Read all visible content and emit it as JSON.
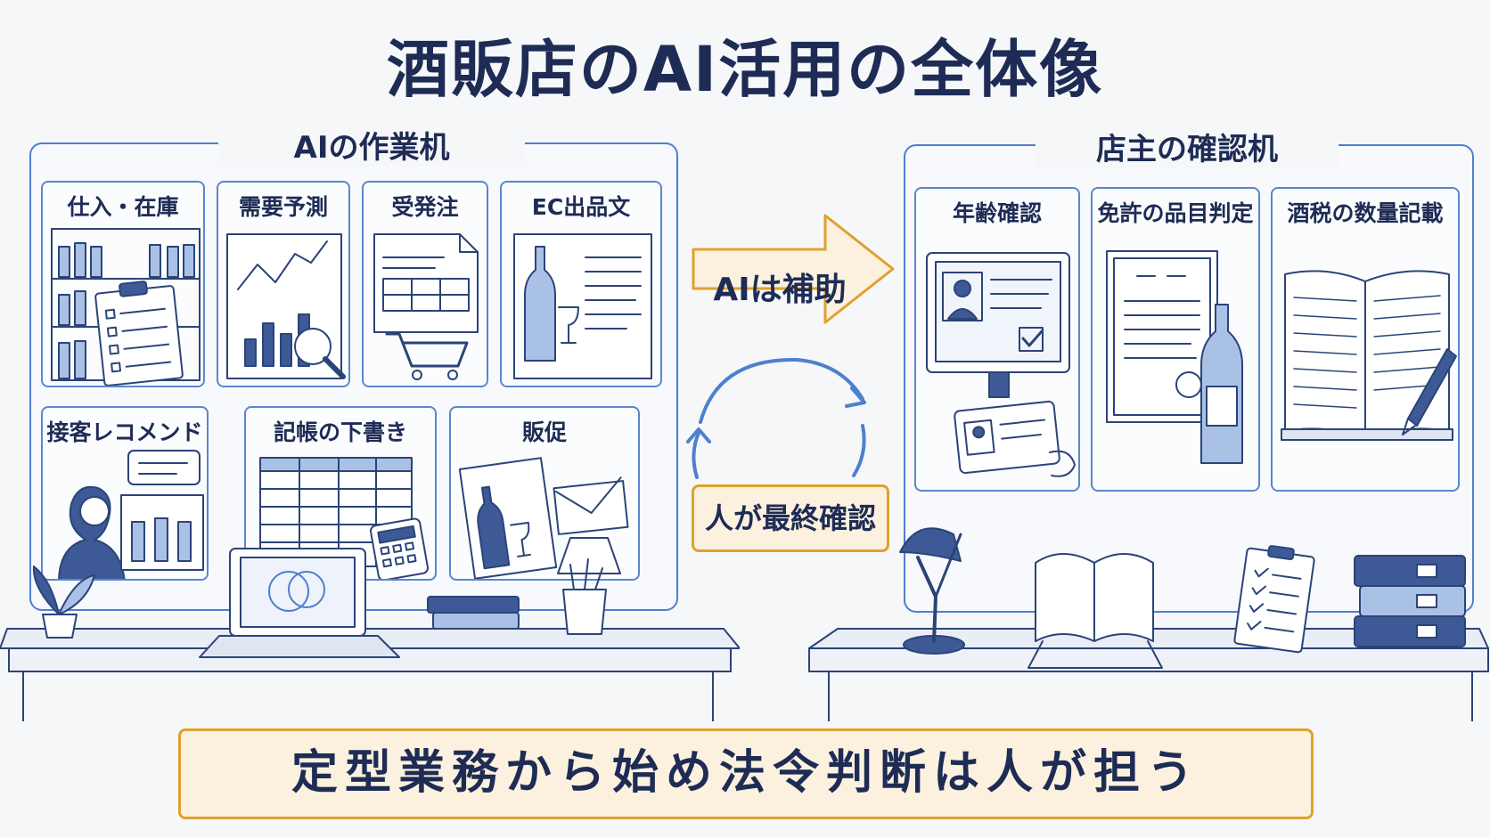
{
  "title": "酒販店のAI活用の全体像",
  "ai_desk": {
    "label": "AIの作業机",
    "cards": [
      {
        "label": "仕入・在庫"
      },
      {
        "label": "需要予測"
      },
      {
        "label": "受発注"
      },
      {
        "label": "EC出品文"
      },
      {
        "label": "接客レコメンド"
      },
      {
        "label": "記帳の下書き"
      },
      {
        "label": "販促"
      }
    ]
  },
  "owner_desk": {
    "label": "店主の確認机",
    "cards": [
      {
        "label": "年齢確認"
      },
      {
        "label": "免許の品目判定"
      },
      {
        "label": "酒税の数量記載"
      }
    ]
  },
  "arrow_label": "AIは補助",
  "loop_label": "人が最終確認",
  "bottom_banner": "定型業務から始め法令判断は人が担う",
  "colors": {
    "accent_blue": "#4f7fcf",
    "ink": "#1e2c55",
    "callout_border": "#e0a12c",
    "callout_fill": "#fbf1de"
  }
}
